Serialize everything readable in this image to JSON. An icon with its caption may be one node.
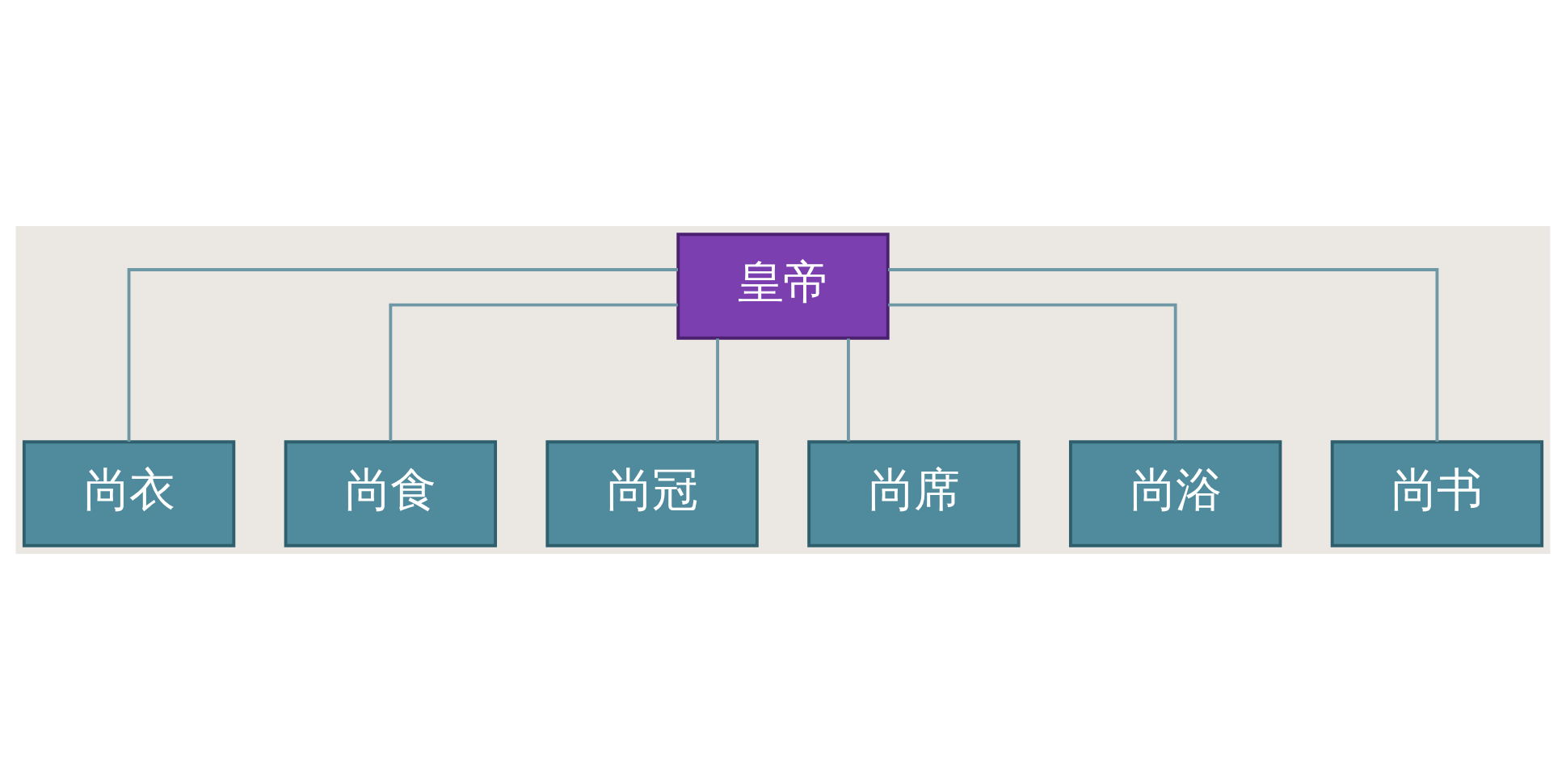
{
  "diagram": {
    "nodes": [
      {
        "text": [
          "皇帝"
        ]
      },
      {
        "text": [
          "尚衣"
        ]
      },
      {
        "text": [
          "尚食"
        ]
      },
      {
        "text": [
          "尚冠"
        ]
      },
      {
        "text": [
          "尚席"
        ]
      },
      {
        "text": [
          "尚浴"
        ]
      },
      {
        "text": [
          "尚书"
        ]
      }
    ],
    "edges": [
      {
        "from": 0,
        "to": 1,
        "arrow": "none"
      },
      {
        "from": 0,
        "to": 2,
        "arrow": "none"
      },
      {
        "from": 0,
        "to": 3,
        "arrow": "none"
      },
      {
        "from": 0,
        "to": 4,
        "arrow": "none"
      },
      {
        "from": 0,
        "to": 5,
        "arrow": "none"
      },
      {
        "from": 0,
        "to": 6,
        "arrow": "none"
      }
    ]
  }
}
